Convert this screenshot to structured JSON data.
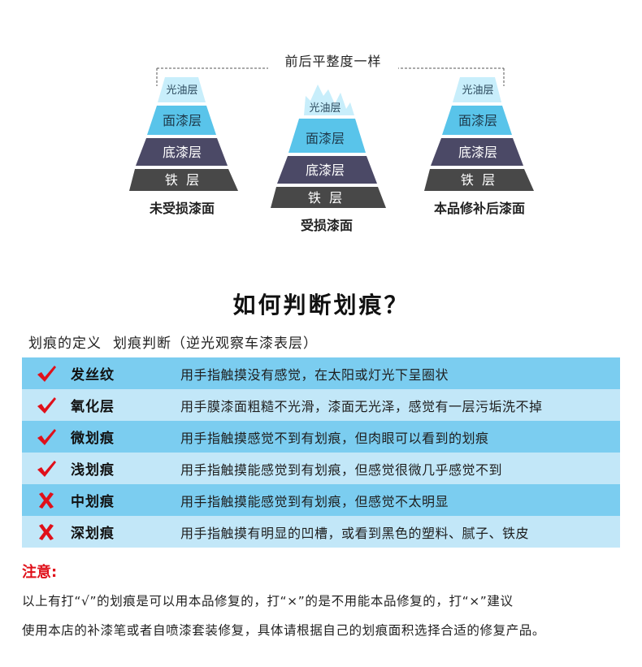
{
  "diagram": {
    "flat_caption": "前后平整度一样",
    "pyramids": [
      {
        "caption": "未受损漆面",
        "layers": [
          "光油层",
          "面漆层",
          "底漆层",
          "铁  层"
        ]
      },
      {
        "caption": "受损漆面",
        "layers": [
          "光油层",
          "面漆层",
          "底漆层",
          "铁  层"
        ]
      },
      {
        "caption": "本品修补后漆面",
        "layers": [
          "光油层",
          "面漆层",
          "底漆层",
          "铁  层"
        ]
      }
    ],
    "colors": {
      "gloss": "#c8eefb",
      "topcoat": "#59c4ea",
      "primer": "#4b4966",
      "iron": "#484848",
      "outline_dashed": "#555555"
    }
  },
  "heading": "如何判断划痕？",
  "subheading": {
    "left": "划痕的定义",
    "right": "划痕判断（逆光观察车漆表层）"
  },
  "table": {
    "rows": [
      {
        "mark": "check-icon",
        "name": "发丝纹",
        "desc": "用手指触摸没有感觉，在太阳或灯光下呈圈状"
      },
      {
        "mark": "check-icon",
        "name": "氧化层",
        "desc": "用手膜漆面粗糙不光滑，漆面无光泽，感觉有一层污垢洗不掉"
      },
      {
        "mark": "check-icon",
        "name": "微划痕",
        "desc": "用手指触摸感觉不到有划痕，但肉眼可以看到的划痕"
      },
      {
        "mark": "check-icon",
        "name": "浅划痕",
        "desc": "用手指触摸能感觉到有划痕，但感觉很微几乎感觉不到"
      },
      {
        "mark": "cross-icon",
        "name": "中划痕",
        "desc": "用手指触摸能感觉到有划痕，但感觉不太明显"
      },
      {
        "mark": "cross-icon",
        "name": "深划痕",
        "desc": "用手指触摸有明显的凹槽，或看到黑色的塑料、腻子、铁皮"
      }
    ],
    "colors": {
      "light": "#c2e7f8",
      "dark": "#7bcdf0",
      "mark": "#e0101a"
    }
  },
  "note": {
    "title": "注意:",
    "line1": "以上有打“√”的划痕是可以用本品修复的，打“×”的是不用能本品修复的，打“×”建议",
    "line2": "使用本店的补漆笔或者自喷漆套装修复，具体请根据自己的划痕面积选择合适的修复产品。"
  }
}
